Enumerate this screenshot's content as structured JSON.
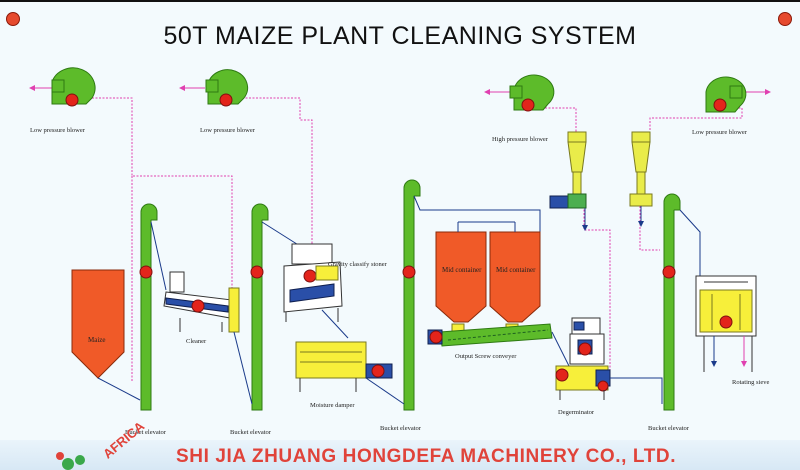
{
  "title": "50T MAIZE  PLANT CLEANING  SYSTEM",
  "labels": {
    "blower1": "Low pressure blower",
    "blower2": "Low pressure blower",
    "blower3": "High pressure blower",
    "blower4": "Low pressure blower",
    "maize": "Maize",
    "cleaner": "Cleaner",
    "gravity": "Gravity classify stoner",
    "moisture": "Moisture damper",
    "mid1": "Mid container",
    "mid2": "Mid container",
    "screw": "Output Screw conveyer",
    "degerminator": "Degerminator",
    "sieve": "Rotating sieve",
    "elev1": "Bucket elevator",
    "elev2": "Bucket elevator",
    "elev3": "Bucket elevator",
    "elev4": "Bucket elevator"
  },
  "footer": {
    "company": "SHI JIA ZHUANG HONGDEFA MACHINERY CO., LTD.",
    "logo_text": "AFRICA"
  },
  "colors": {
    "machine": "#f05a28",
    "green": "#5dbb2a",
    "yellow": "#f7ef3a",
    "blue": "#2a4fa8",
    "pipe": "#e040b0",
    "accent": "#e0433a"
  }
}
